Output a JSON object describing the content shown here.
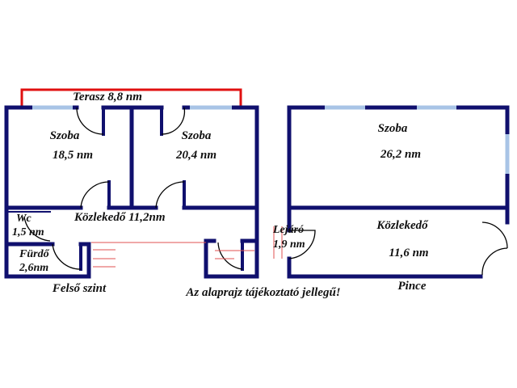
{
  "upper_floor": {
    "title": "Felső szint",
    "terrace": "Terasz 8,8 nm",
    "rooms": [
      {
        "name": "Szoba",
        "area": "18,5 nm"
      },
      {
        "name": "Szoba",
        "area": "20,4 nm"
      },
      {
        "name": "Közlekedő 11,2nm"
      },
      {
        "name": "Wc",
        "area": "1,5 nm"
      },
      {
        "name": "Fürdő",
        "area": "2,6nm"
      }
    ]
  },
  "basement": {
    "title": "Pince",
    "rooms": [
      {
        "name": "Szoba",
        "area": "26,2 nm"
      },
      {
        "name": "Közlekedő",
        "area": "11,6 nm"
      },
      {
        "name": "Lejáró",
        "area": "1,9 nm"
      }
    ]
  },
  "disclaimer": "Az alaprajz tájékoztató jellegű!",
  "colors": {
    "wall": "#10106e",
    "window": "#a8c4e6",
    "terrace": "#e01010"
  }
}
